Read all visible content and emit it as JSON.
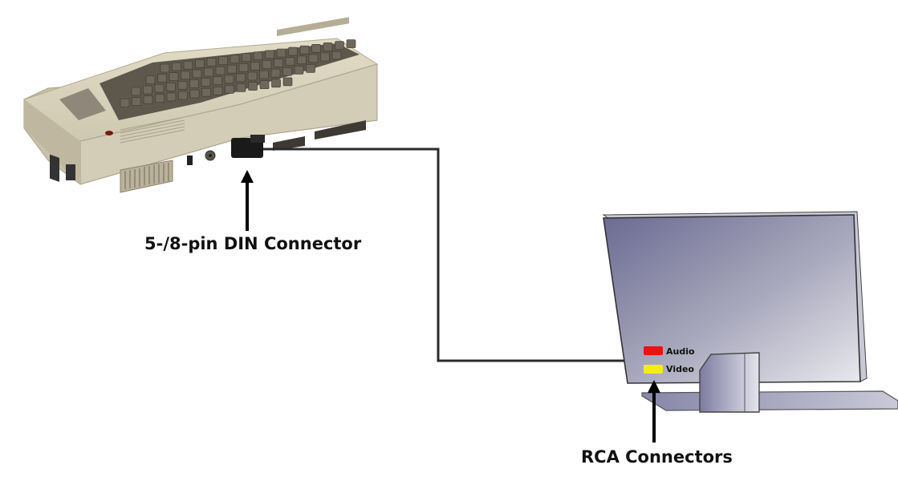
{
  "labels": {
    "din_connector": "5-/8-pin DIN Connector",
    "rca_connectors": "RCA Connectors",
    "audio": "Audio",
    "video": "Video"
  },
  "colors": {
    "cable": "#2b2b2b",
    "computer_body": "#d6d0bc",
    "computer_keys": "#6e675b",
    "monitor_screen": "#7b7a9e",
    "monitor_base": "#9a9ab6",
    "audio_jack": "#ee1111",
    "video_jack": "#f4ee10"
  }
}
